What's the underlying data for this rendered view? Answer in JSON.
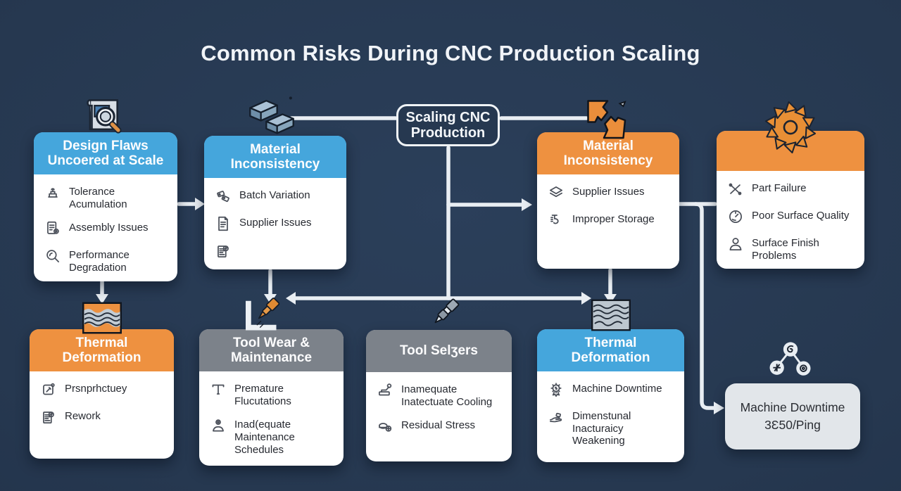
{
  "title": "Common Risks During CNC Production Scaling",
  "center_node": {
    "label": "Scaling CNC Production"
  },
  "cards": [
    {
      "header": "Design Flaws Uncoered at Scale",
      "header_color": "blue",
      "decor_icon": "blueprint-magnifier-icon",
      "items": [
        {
          "icon": "stamp-press-icon",
          "label": "Tolerance Acumulation"
        },
        {
          "icon": "document-gear-icon",
          "label": "Assembly Issues"
        },
        {
          "icon": "magnifier-icon",
          "label": "Performance Degradation"
        }
      ]
    },
    {
      "header": "Material Inconsistency",
      "header_color": "blue",
      "decor_icon": "metal-ingots-icon",
      "items": [
        {
          "icon": "tags-icon",
          "label": "Batch Variation"
        },
        {
          "icon": "document-icon",
          "label": "Supplier Issues"
        },
        {
          "icon": "document-stamp-icon",
          "label": ""
        }
      ]
    },
    {
      "header": "Material Inconsistency",
      "header_color": "orange",
      "decor_icon": "broken-material-icon",
      "items": [
        {
          "icon": "layers-icon",
          "label": "Supplier Issues"
        },
        {
          "icon": "hook-icon",
          "label": "Improper Storage"
        }
      ]
    },
    {
      "header": "",
      "header_color": "orange",
      "decor_icon": "saw-blade-icon",
      "items": [
        {
          "icon": "crossed-tools-icon",
          "label": "Part Failure"
        },
        {
          "icon": "gauge-icon",
          "label": "Poor Surface Quality"
        },
        {
          "icon": "person-icon",
          "label": "Surface Finish Problems"
        }
      ]
    },
    {
      "header": "Thermal Deformation",
      "header_color": "orange",
      "decor_icon": "heat-waves-orange-icon",
      "items": [
        {
          "icon": "note-pencil-icon",
          "label": "Prsnprhctuey"
        },
        {
          "icon": "document-stamp-icon",
          "label": "Rework"
        }
      ]
    },
    {
      "header": "Tool Wear & Maintenance",
      "header_color": "gray",
      "decor_icon": "tool-bit-bracket-icon",
      "items": [
        {
          "icon": "t-handle-icon",
          "label": "Premature Flucutations"
        },
        {
          "icon": "person-gear-icon",
          "label": "Inad(equate Maintenance Schedules"
        }
      ]
    },
    {
      "header": "Tool Selʒers",
      "header_color": "gray",
      "decor_icon": "tool-bit-gray-icon",
      "items": [
        {
          "icon": "machine-arm-icon",
          "label": "Inamequate Inatectuate Cooling"
        },
        {
          "icon": "grinder-gauge-icon",
          "label": "Residual Stress"
        }
      ]
    },
    {
      "header": "Thermal Deformation",
      "header_color": "blue",
      "decor_icon": "heat-waves-gray-icon",
      "items": [
        {
          "icon": "gear-badge-icon",
          "label": "Machine Downtime"
        },
        {
          "icon": "hand-part-icon",
          "label": "Dimenstunal Inacturaicy Weakening"
        }
      ]
    }
  ],
  "result_node": {
    "line1": "Machine Downtime",
    "line2": "3Ɛ50/Ping",
    "decor_icon": "network-nodes-icon"
  },
  "colors": {
    "background": "#263850",
    "blue": "#45a6dc",
    "orange": "#ee9140",
    "gray": "#7c828a",
    "card": "#ffffff",
    "line": "#e9eef3",
    "result_bg": "#e2e6ea"
  }
}
